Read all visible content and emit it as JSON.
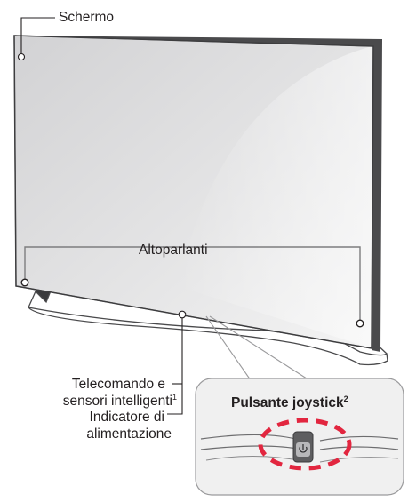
{
  "labels": {
    "screen": "Schermo",
    "speakers": "Altoparlanti",
    "remote_line1": "Telecomando e",
    "remote_line2": "sensori intelligenti",
    "remote_footnote": "1",
    "power_line1": "Indicatore di",
    "power_line2": "alimentazione",
    "joystick": "Pulsante joystick",
    "joystick_footnote": "2"
  },
  "icons": {
    "power": "power-icon"
  },
  "colors": {
    "frame": "#5b5b5d",
    "screen_top": "#dcdcdd",
    "screen_bottom": "#f2f2f2",
    "speaker_box": "#7d7d7f",
    "dashed_circle": "#e2263f",
    "inset_fill": "#f0f0f0"
  }
}
